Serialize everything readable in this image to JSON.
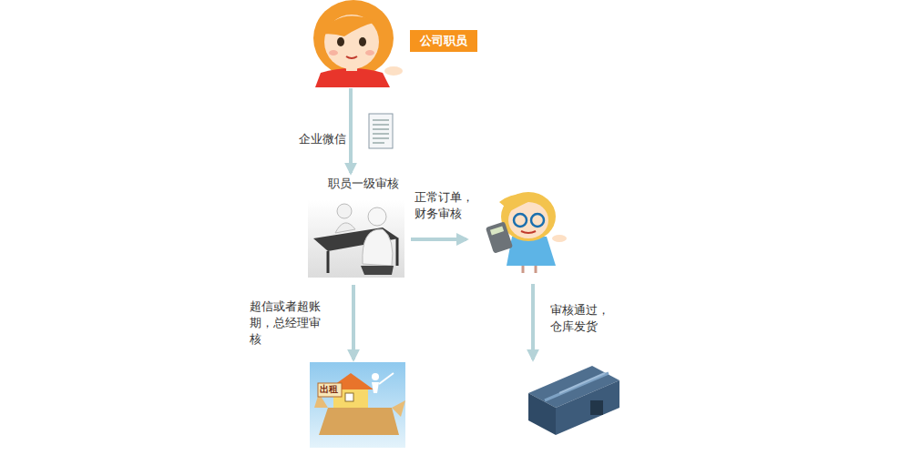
{
  "diagram": {
    "nodes": [
      {
        "text": [
          "公司职员"
        ]
      },
      {
        "text": [
          "职员一级审核"
        ]
      },
      {
        "text": []
      },
      {
        "text": [
          "出租"
        ]
      },
      {
        "text": []
      }
    ],
    "edges": [
      {
        "from": 0,
        "to": 1,
        "arrow": "to",
        "label": "企业微信"
      },
      {
        "from": 1,
        "to": 2,
        "arrow": "to",
        "label": "正常订单， 财务审核"
      },
      {
        "from": 1,
        "to": 3,
        "arrow": "to",
        "label": "超信或者超账 期，总经理审 核"
      },
      {
        "from": 2,
        "to": 4,
        "arrow": "to",
        "label": "审核通过， 仓库发货"
      }
    ]
  }
}
